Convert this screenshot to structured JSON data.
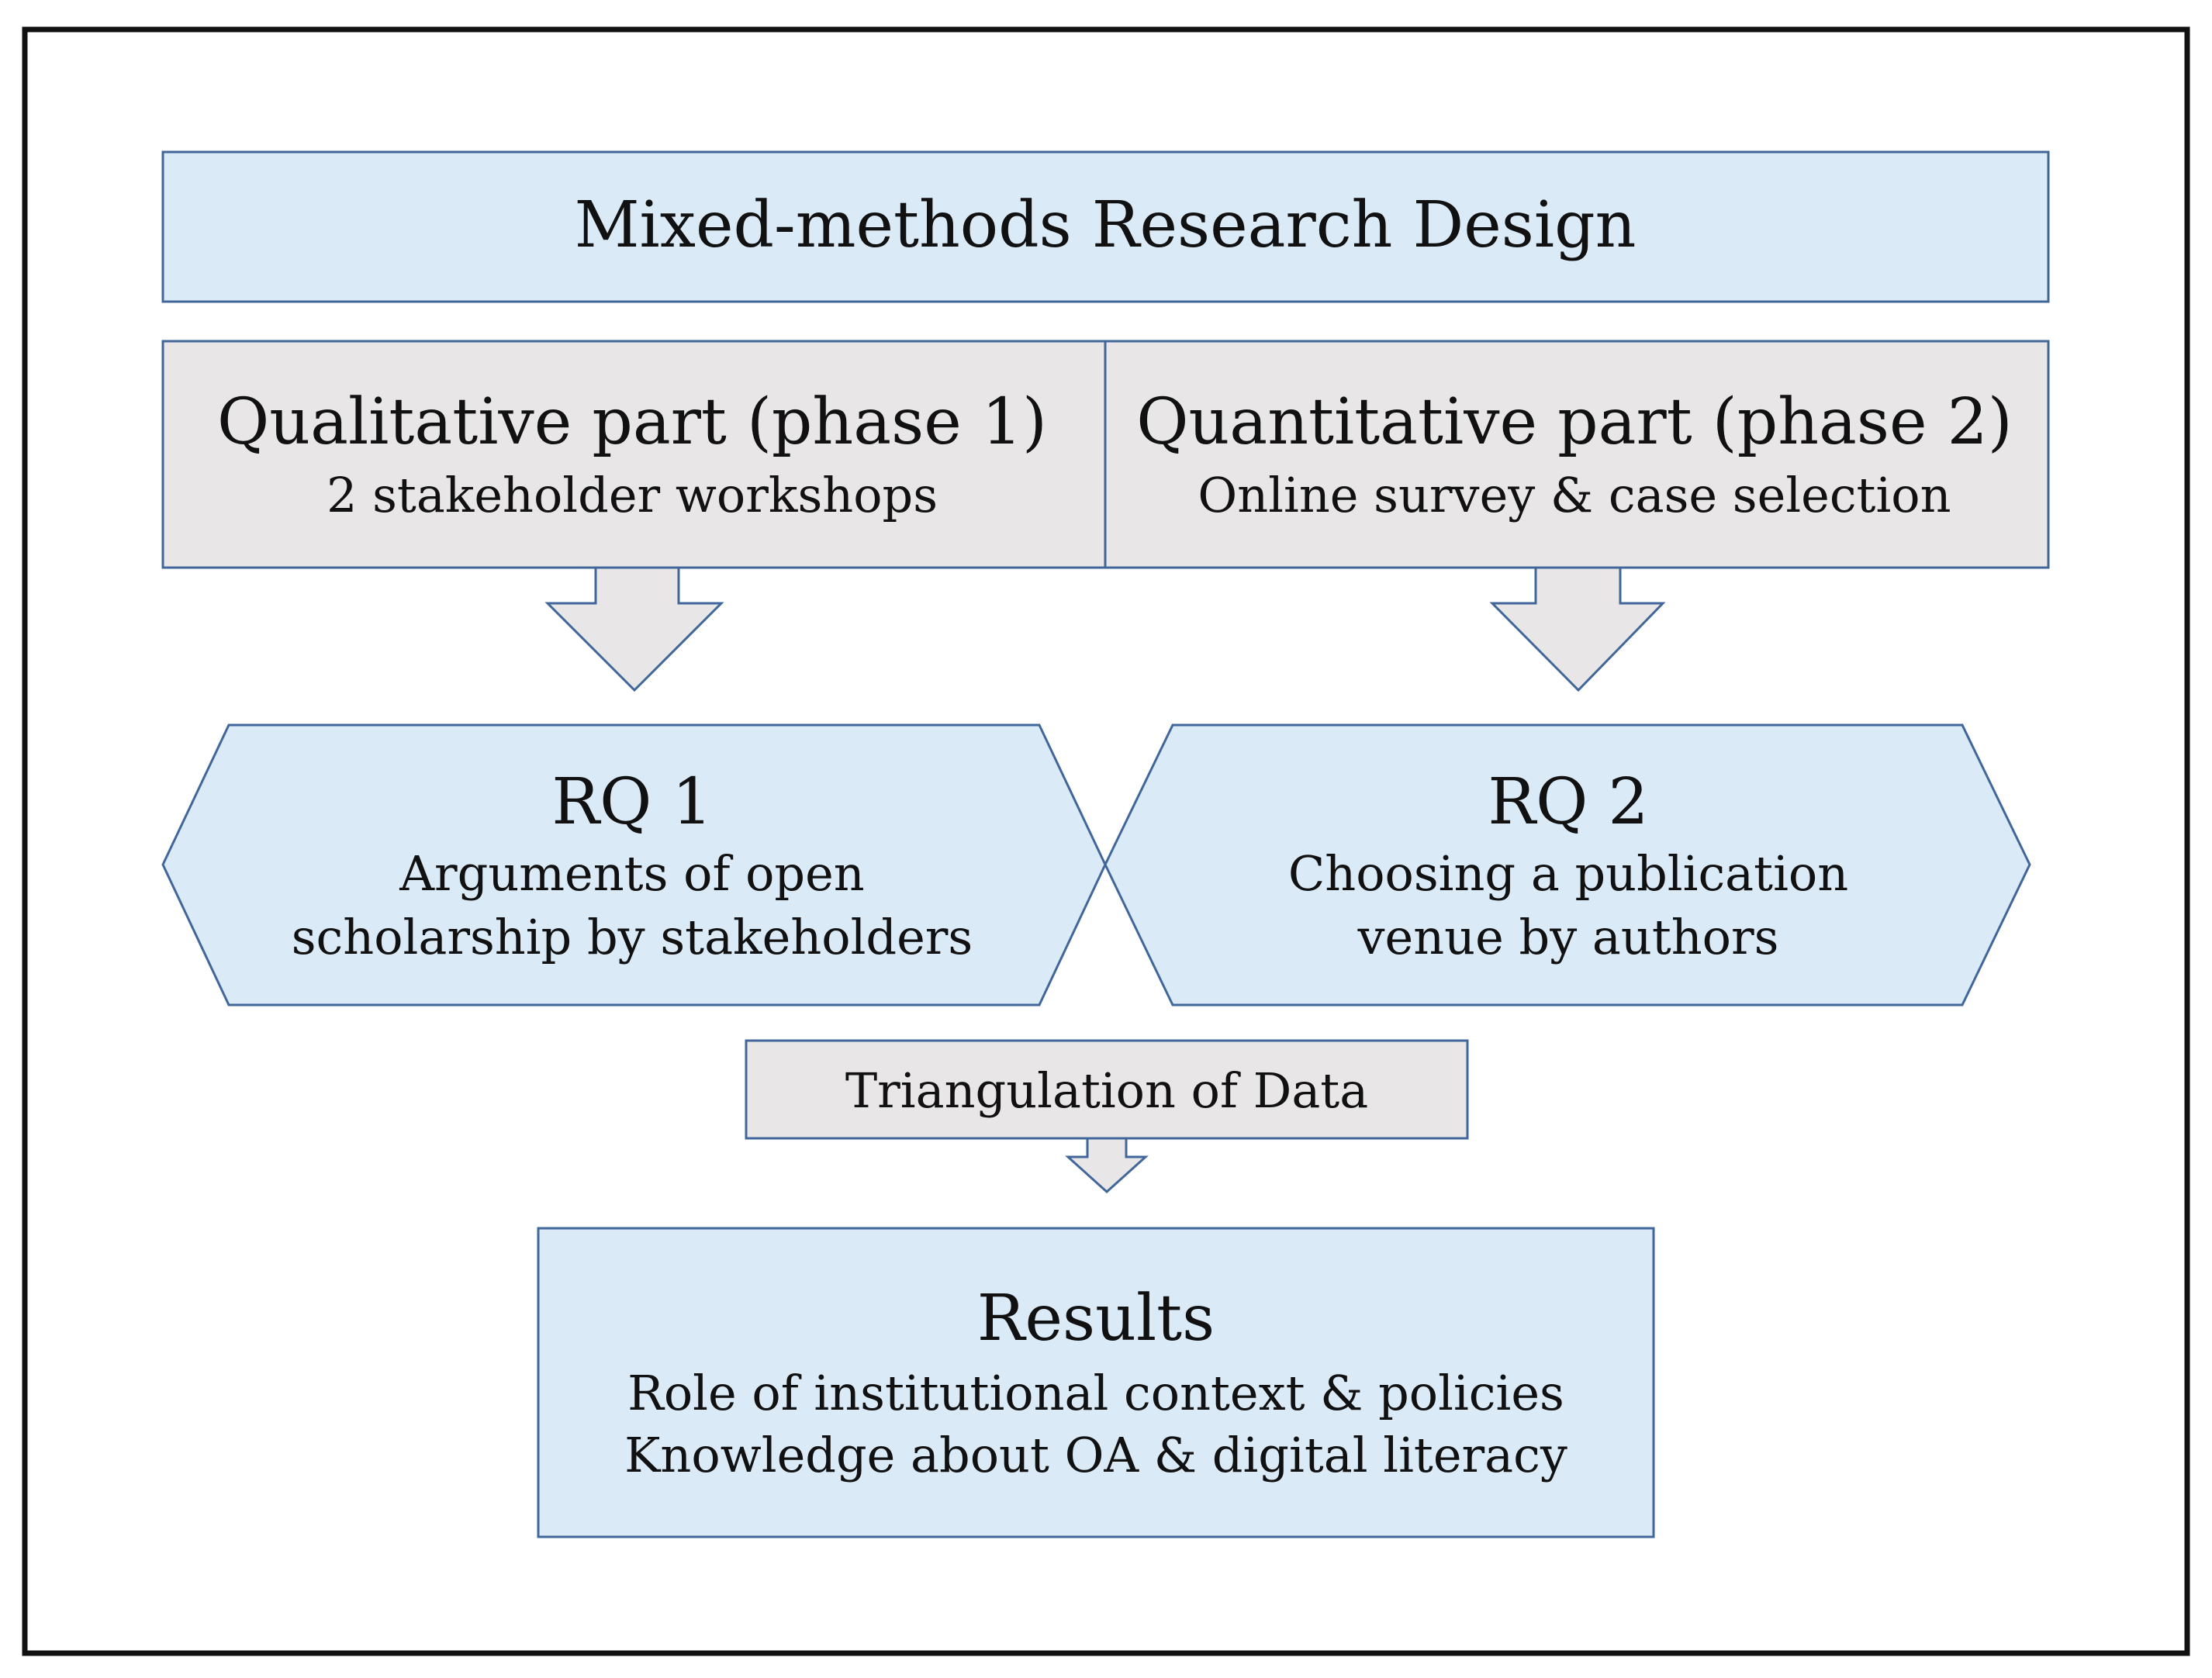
{
  "header": {
    "title": "Mixed-methods Research Design"
  },
  "phases": {
    "qualitative": {
      "title": "Qualitative part (phase 1)",
      "subtitle": "2 stakeholder workshops"
    },
    "quantitative": {
      "title": "Quantitative part (phase 2)",
      "subtitle": "Online survey & case selection"
    }
  },
  "research_questions": {
    "rq1": {
      "title": "RQ 1",
      "lines": [
        "Arguments of open",
        "scholarship by stakeholders"
      ]
    },
    "rq2": {
      "title": "RQ 2",
      "lines": [
        "Choosing a publication",
        "venue by authors"
      ]
    }
  },
  "triangulation": {
    "label": "Triangulation of Data"
  },
  "results": {
    "title": "Results",
    "lines": [
      "Role of institutional context & policies",
      "Knowledge about OA & digital literacy"
    ]
  },
  "colors": {
    "light_blue": "#daeaf7",
    "light_gray": "#e8e6e6",
    "stroke": "#41679a",
    "frame": "#111111",
    "text": "#111111"
  }
}
